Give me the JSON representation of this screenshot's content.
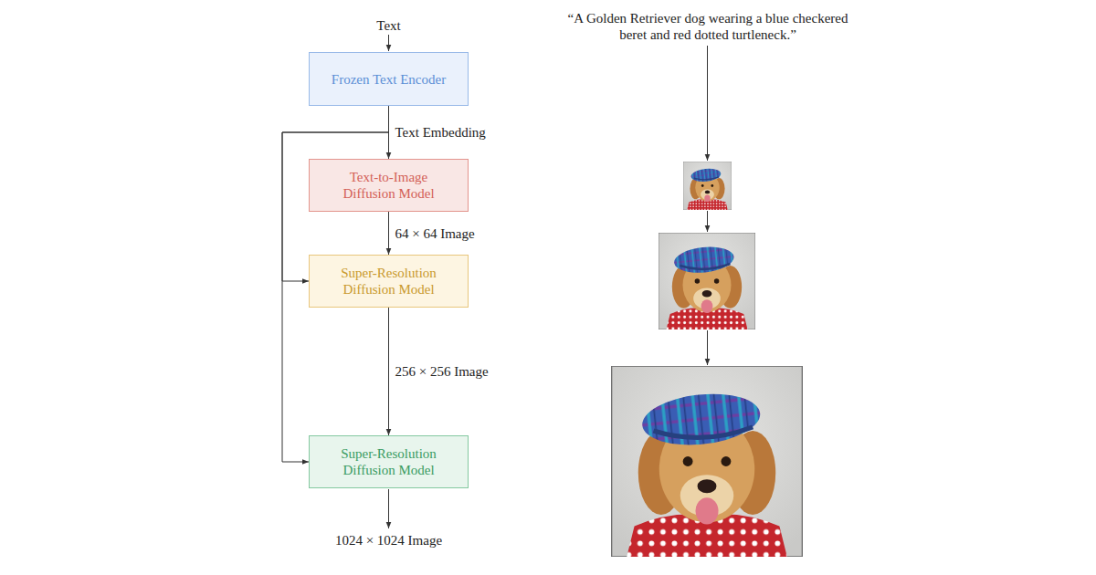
{
  "diagram": {
    "nodes": [
      {
        "text": [
          "Frozen Text Encoder"
        ]
      },
      {
        "text": [
          "Text-to-Image Diffusion Model"
        ]
      },
      {
        "text": [
          "Super-Resolution Diffusion Model"
        ]
      },
      {
        "text": [
          "Super-Resolution Diffusion Model"
        ]
      }
    ],
    "edges": [
      {
        "from": 0,
        "to": 1,
        "arrow": "to",
        "label": "Text Embedding"
      },
      {
        "from": 0,
        "to": 2,
        "arrow": "to"
      },
      {
        "from": 0,
        "to": 3,
        "arrow": "to"
      },
      {
        "from": 1,
        "to": 2,
        "arrow": "to",
        "label": "64 × 64 Image"
      },
      {
        "from": 2,
        "to": 3,
        "arrow": "to",
        "label": "256 × 256 Image"
      }
    ],
    "labels": [
      "Text",
      "“A Golden Retriever dog wearing a blue checkered beret and red dotted turtleneck.”",
      "1024 × 1024 Image"
    ]
  }
}
